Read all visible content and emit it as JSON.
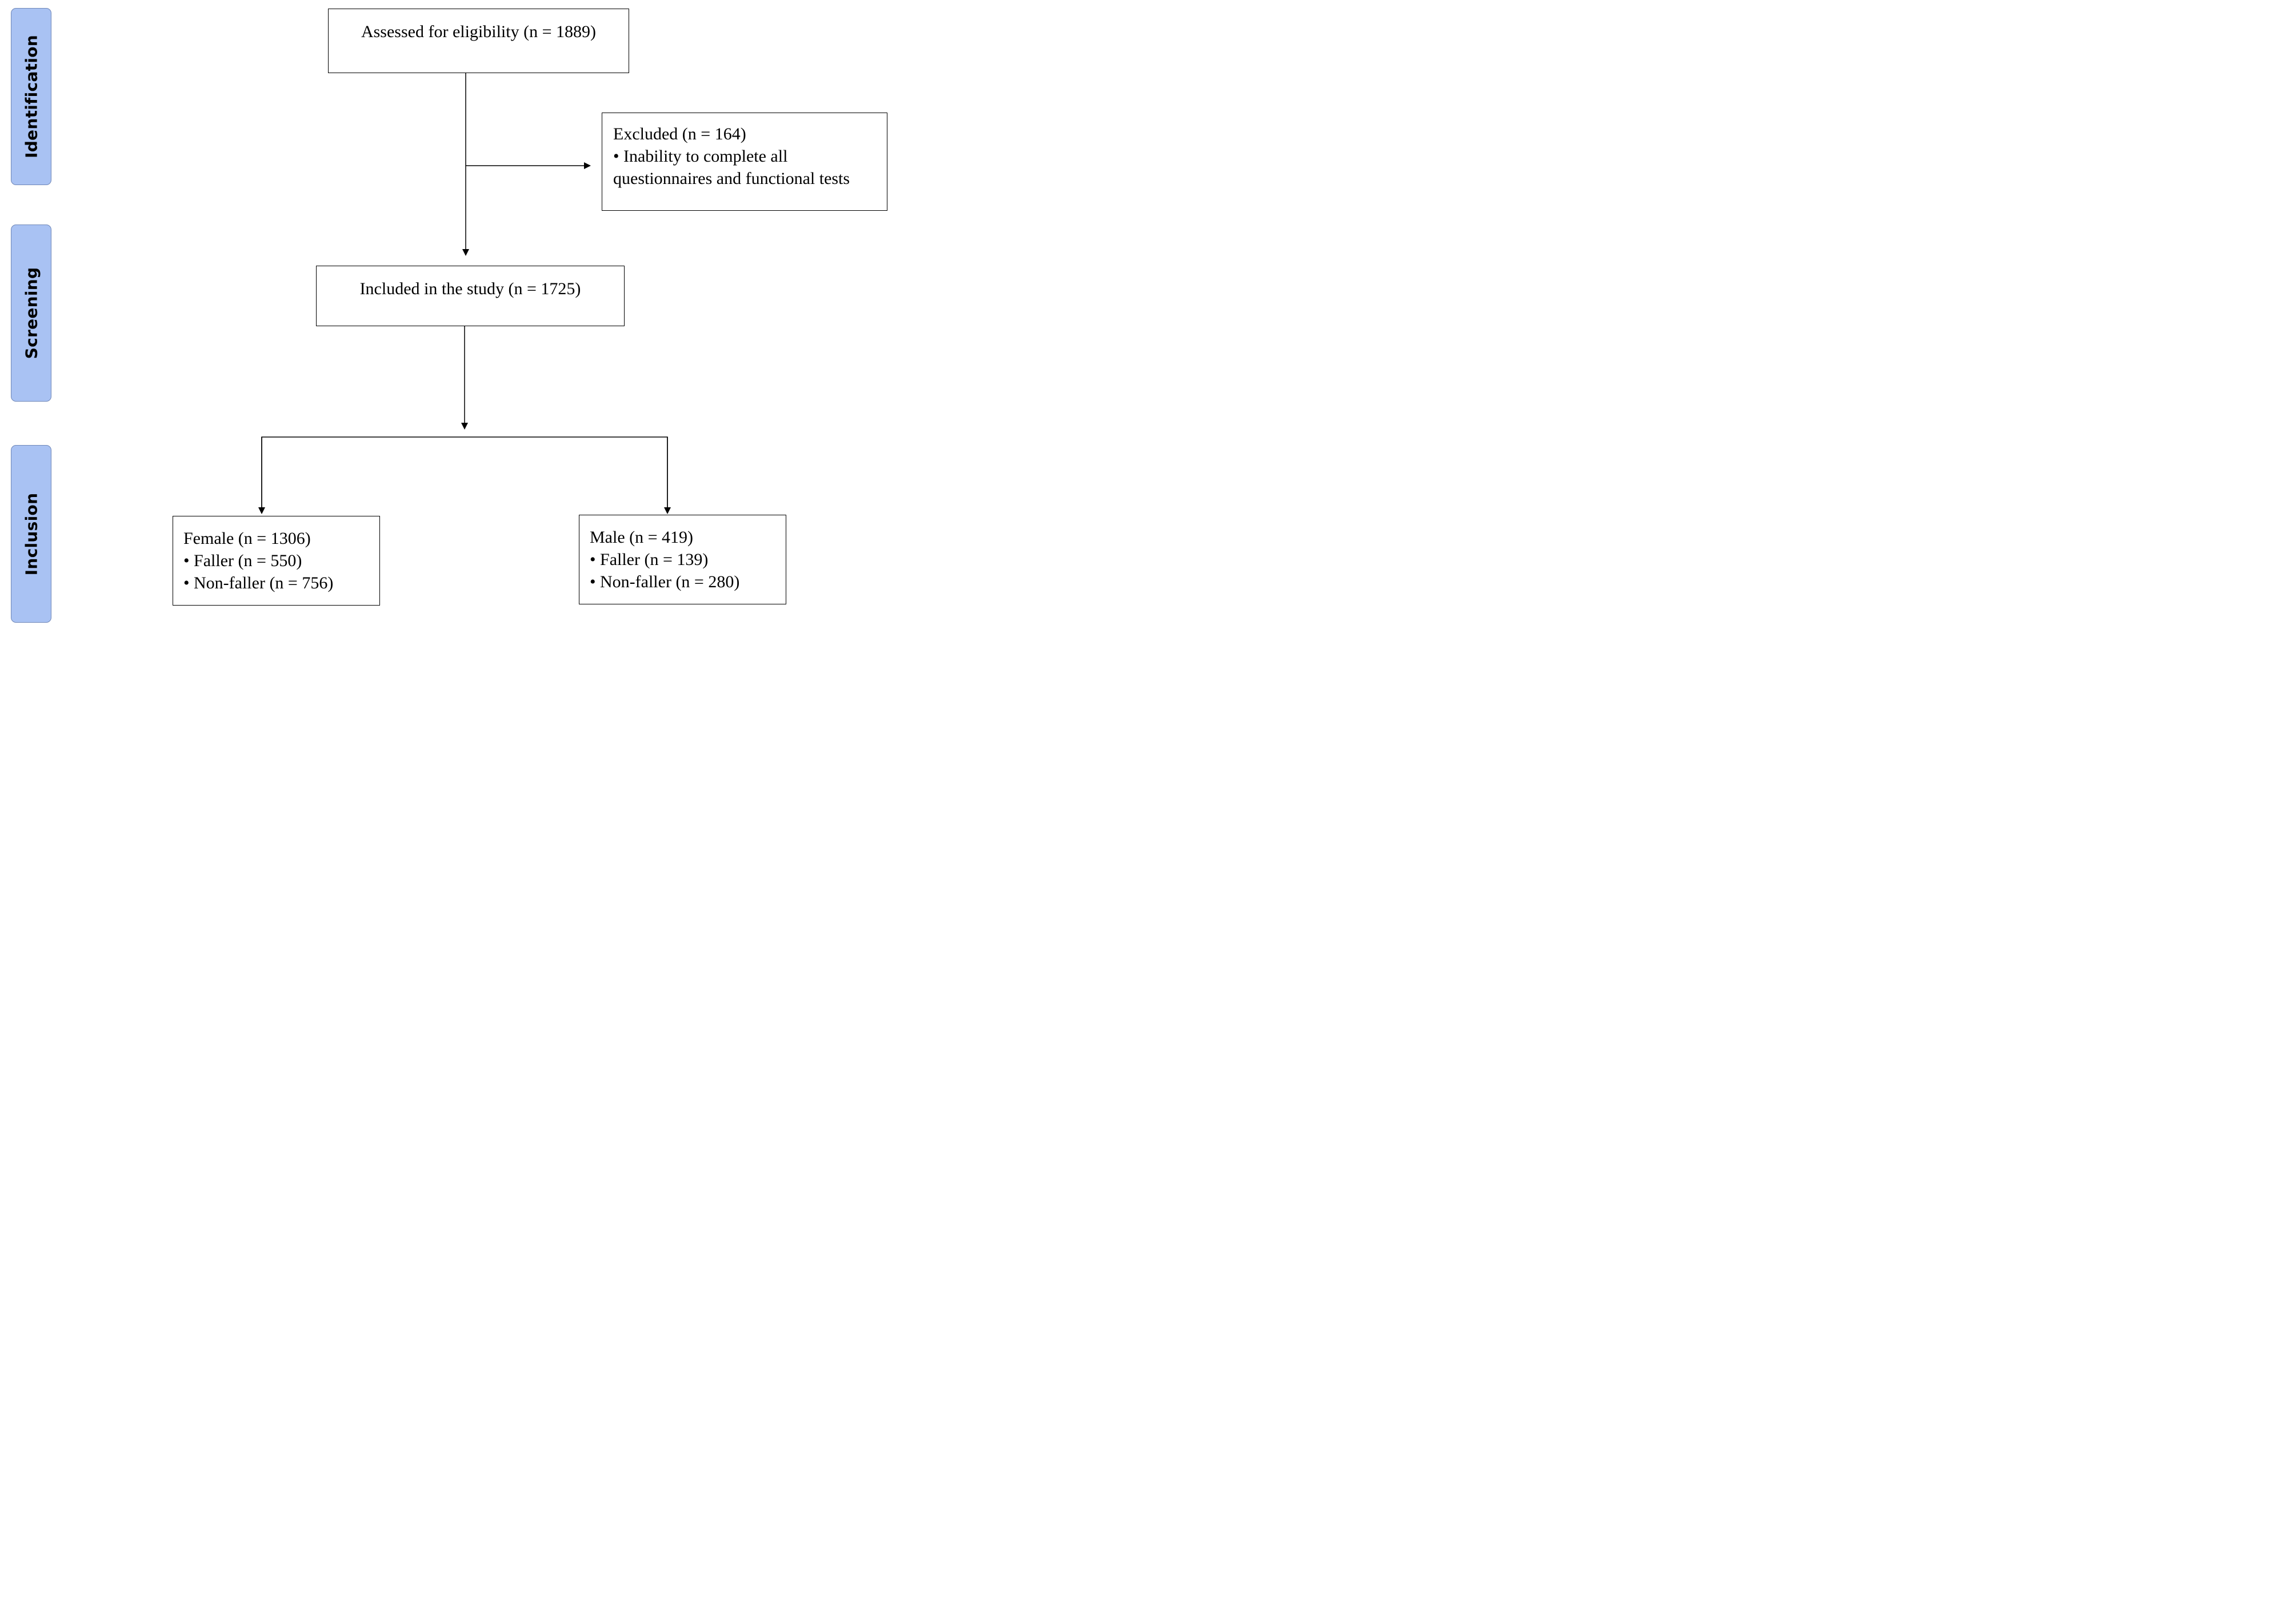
{
  "stages": {
    "identification": "Identification",
    "screening": "Screening",
    "inclusion": "Inclusion"
  },
  "boxes": {
    "assessed": {
      "text": "Assessed for eligibility (n = 1889)"
    },
    "excluded": {
      "title": "Excluded (n = 164)",
      "bullet": "• Inability to complete all",
      "bullet_cont": "questionnaires and functional tests"
    },
    "included": {
      "text": "Included in the study (n = 1725)"
    },
    "female": {
      "title": "Female (n = 1306)",
      "faller": "• Faller (n = 550)",
      "non_faller": "• Non-faller (n = 756)"
    },
    "male": {
      "title": "Male (n = 419)",
      "faller": "• Faller (n = 139)",
      "non_faller": "• Non-faller (n = 280)"
    }
  },
  "colors": {
    "stage_fill": "#a9c2f3",
    "stage_border": "#6f87b8",
    "line": "#000000"
  }
}
